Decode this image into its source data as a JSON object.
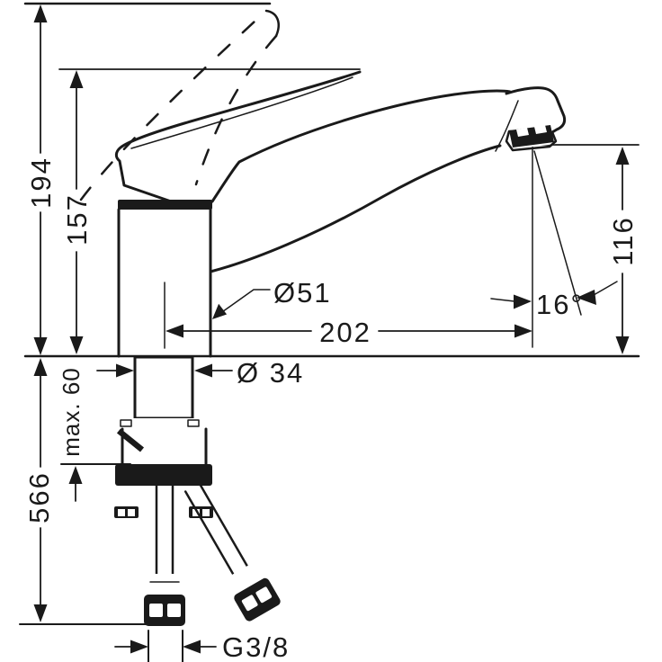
{
  "drawing": {
    "type": "technical-dimension-drawing",
    "subject": "single-lever kitchen mixer tap with mounting shank and supply hoses",
    "line_color": "#1a1a1a",
    "background_color": "#ffffff"
  },
  "dims": {
    "overall_height": "194",
    "handle_height": "157",
    "outlet_height": "116",
    "spout_reach": "202",
    "body_diameter": "Ø51",
    "shank_diameter": "Ø 34",
    "max_mounting_thickness": "max. 60",
    "hose_length": "566",
    "outlet_angle": "16°",
    "connection_thread": "G3/8"
  }
}
